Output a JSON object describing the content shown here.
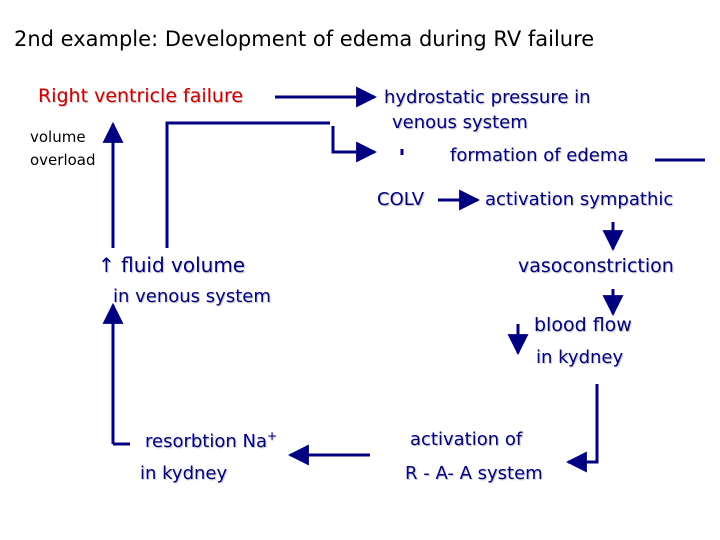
{
  "title": "2nd example:  Development of edema during  RV failure",
  "nodes": {
    "rv_failure": "Right ventricle failure",
    "volume_overload_1": "volume",
    "volume_overload_2": "overload",
    "hydrostatic_1": "hydrostatic pressure in",
    "hydrostatic_2": "venous system",
    "edema": "formation of  edema",
    "colv": "COLV",
    "sympathetic": "activation  sympathic",
    "fluid_symbol": "↑",
    "fluid_1": "fluid volume",
    "fluid_2": "in venous system",
    "vasoconstriction": "vasoconstriction",
    "blood_flow_1": "blood flow",
    "blood_flow_2": "in kydney",
    "resorption_1": "resorbtion Na",
    "resorption_sup": "+",
    "resorption_2": "in kydney",
    "raa_1": "activation of",
    "raa_2": "R - A- A system"
  },
  "colors": {
    "title": "#000000",
    "highlight": "#cc0000",
    "text": "#000080",
    "arrow": "#000080"
  }
}
